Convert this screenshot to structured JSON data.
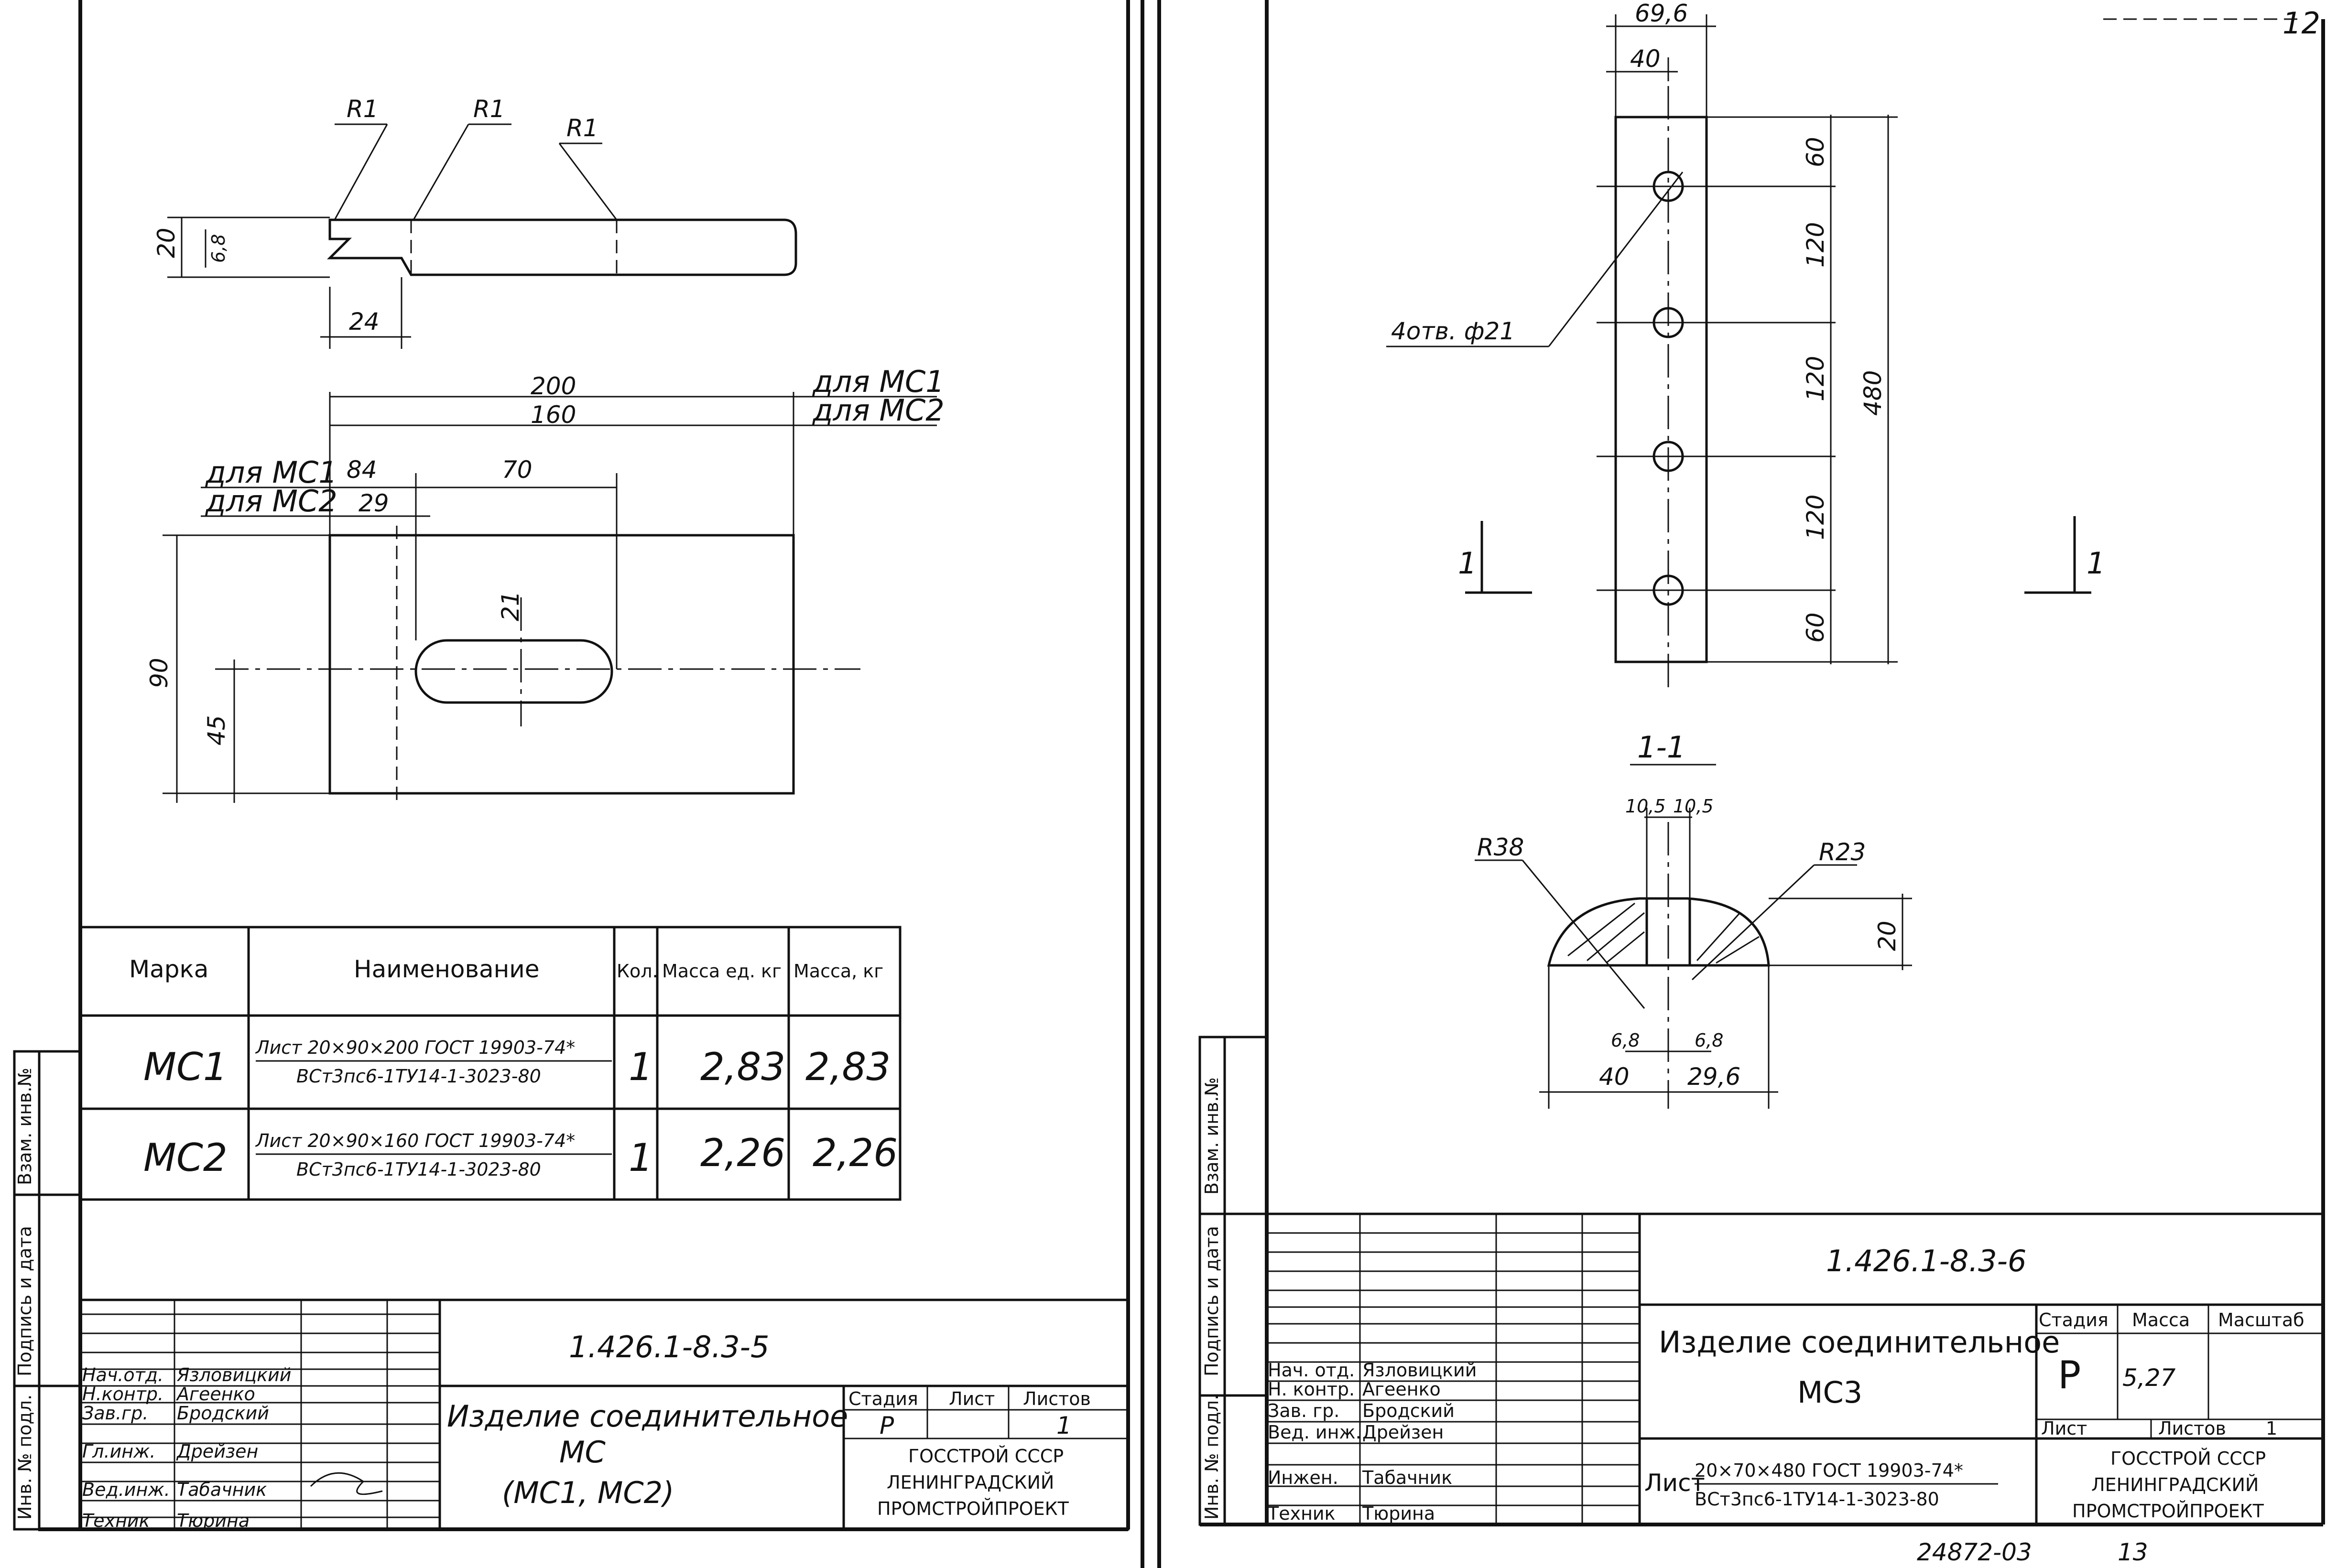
{
  "sheet_left": {
    "detail_labels": {
      "r1_a": "R1",
      "r1_b": "R1",
      "r1_c": "R1"
    },
    "dims_profile": {
      "height": "20",
      "chamfer": "6,8",
      "offset": "24"
    },
    "dims_plan": {
      "len_mc1": "200",
      "len_mc2": "160",
      "for_mc1_a": "для МС1",
      "for_mc2_a": "для МС2",
      "for_mc1_b": "для МС1",
      "for_mc2_b": "для МС2",
      "off_mc1": "84",
      "off_mc2": "29",
      "slot_len": "70",
      "slot_w": "21",
      "height": "90",
      "half_height": "45"
    },
    "table": {
      "headers": [
        "Марка",
        "Наименование",
        "Кол.",
        "Масса ед. кг",
        "Масса, кг"
      ],
      "rows": [
        {
          "mark": "МС1",
          "name_top": "Лист 20×90×200 ГОСТ 19903-74*",
          "name_bottom": "ВСт3пс6-1ТУ14-1-3023-80",
          "qty": "1",
          "unit_mass": "2,83",
          "mass": "2,83"
        },
        {
          "mark": "МС2",
          "name_top": "Лист 20×90×160 ГОСТ 19903-74*",
          "name_bottom": "ВСт3пс6-1ТУ14-1-3023-80",
          "qty": "1",
          "unit_mass": "2,26",
          "mass": "2,26"
        }
      ]
    },
    "title_block": {
      "code": "1.426.1-8.3-5",
      "name_1": "Изделие соединительное",
      "name_2": "МС",
      "name_3": "(МС1, МС2)",
      "stage_h": "Стадия",
      "sheet_h": "Лист",
      "sheets_h": "Листов",
      "stage": "Р",
      "sheets": "1",
      "org_1": "ГОССТРОЙ СССР",
      "org_2": "ЛЕНИНГРАДСКИЙ",
      "org_3": "ПРОМСТРОЙПРОЕКТ",
      "roles": [
        "Нач.отд.",
        "Н.контр.",
        "Зав.гр.",
        "Гл.инж.",
        "Вед.инж.",
        "Техник"
      ],
      "people": [
        "Язловицкий",
        "Агеенко",
        "Бродский",
        "Дрейзен",
        "Табачник",
        "Тюрина"
      ]
    },
    "margin_labels": {
      "sign_date": "Подпись и дата",
      "inv_orig": "Инв. № подл.",
      "inv_swap": "Взам. инв.№"
    }
  },
  "sheet_right": {
    "corner_number": "12",
    "dims_plate": {
      "width_total": "69,6",
      "hole_off": "40",
      "top": "60",
      "pitch_1": "120",
      "pitch_2": "120",
      "pitch_3": "120",
      "bottom": "60",
      "length": "480",
      "holes": "4отв. ф21"
    },
    "section": {
      "mark_left": "1",
      "mark_right": "1",
      "title": "1-1",
      "r_left": "R38",
      "r_right": "R23",
      "gap_a": "10,5",
      "gap_b": "10,5",
      "thick": "20",
      "ch_a": "6,8",
      "ch_b": "6,8",
      "w_left": "40",
      "w_right": "29,6"
    },
    "title_block": {
      "code": "1.426.1-8.3-6",
      "name_1": "Изделие соединительное",
      "name_2": "МС3",
      "stage_h": "Стадия",
      "mass_h": "Масса",
      "scale_h": "Масштаб",
      "stage": "Р",
      "mass": "5,27",
      "sheet_h": "Лист",
      "sheets_h": "Листов",
      "sheets": "1",
      "material_prefix": "Лист",
      "material_top": "20×70×480 ГОСТ 19903-74*",
      "material_bottom": "ВСт3пс6-1ТУ14-1-3023-80",
      "org_1": "ГОССТРОЙ СССР",
      "org_2": "ЛЕНИНГРАДСКИЙ",
      "org_3": "ПРОМСТРОЙПРОЕКТ",
      "roles": [
        "Нач. отд.",
        "Н. контр.",
        "Зав. гр.",
        "Вед. инж.",
        "Инжен.",
        "Техник"
      ],
      "people": [
        "Язловицкий",
        "Агеенко",
        "Бродский",
        "Дрейзен",
        "Табачник",
        "Тюрина"
      ]
    },
    "margin_labels": {
      "inv_swap": "Взам. инв.№",
      "sign_date": "Подпись и дата",
      "inv_orig": "Инв. № подл."
    },
    "footer": {
      "archive": "24872-03",
      "page": "13"
    }
  }
}
